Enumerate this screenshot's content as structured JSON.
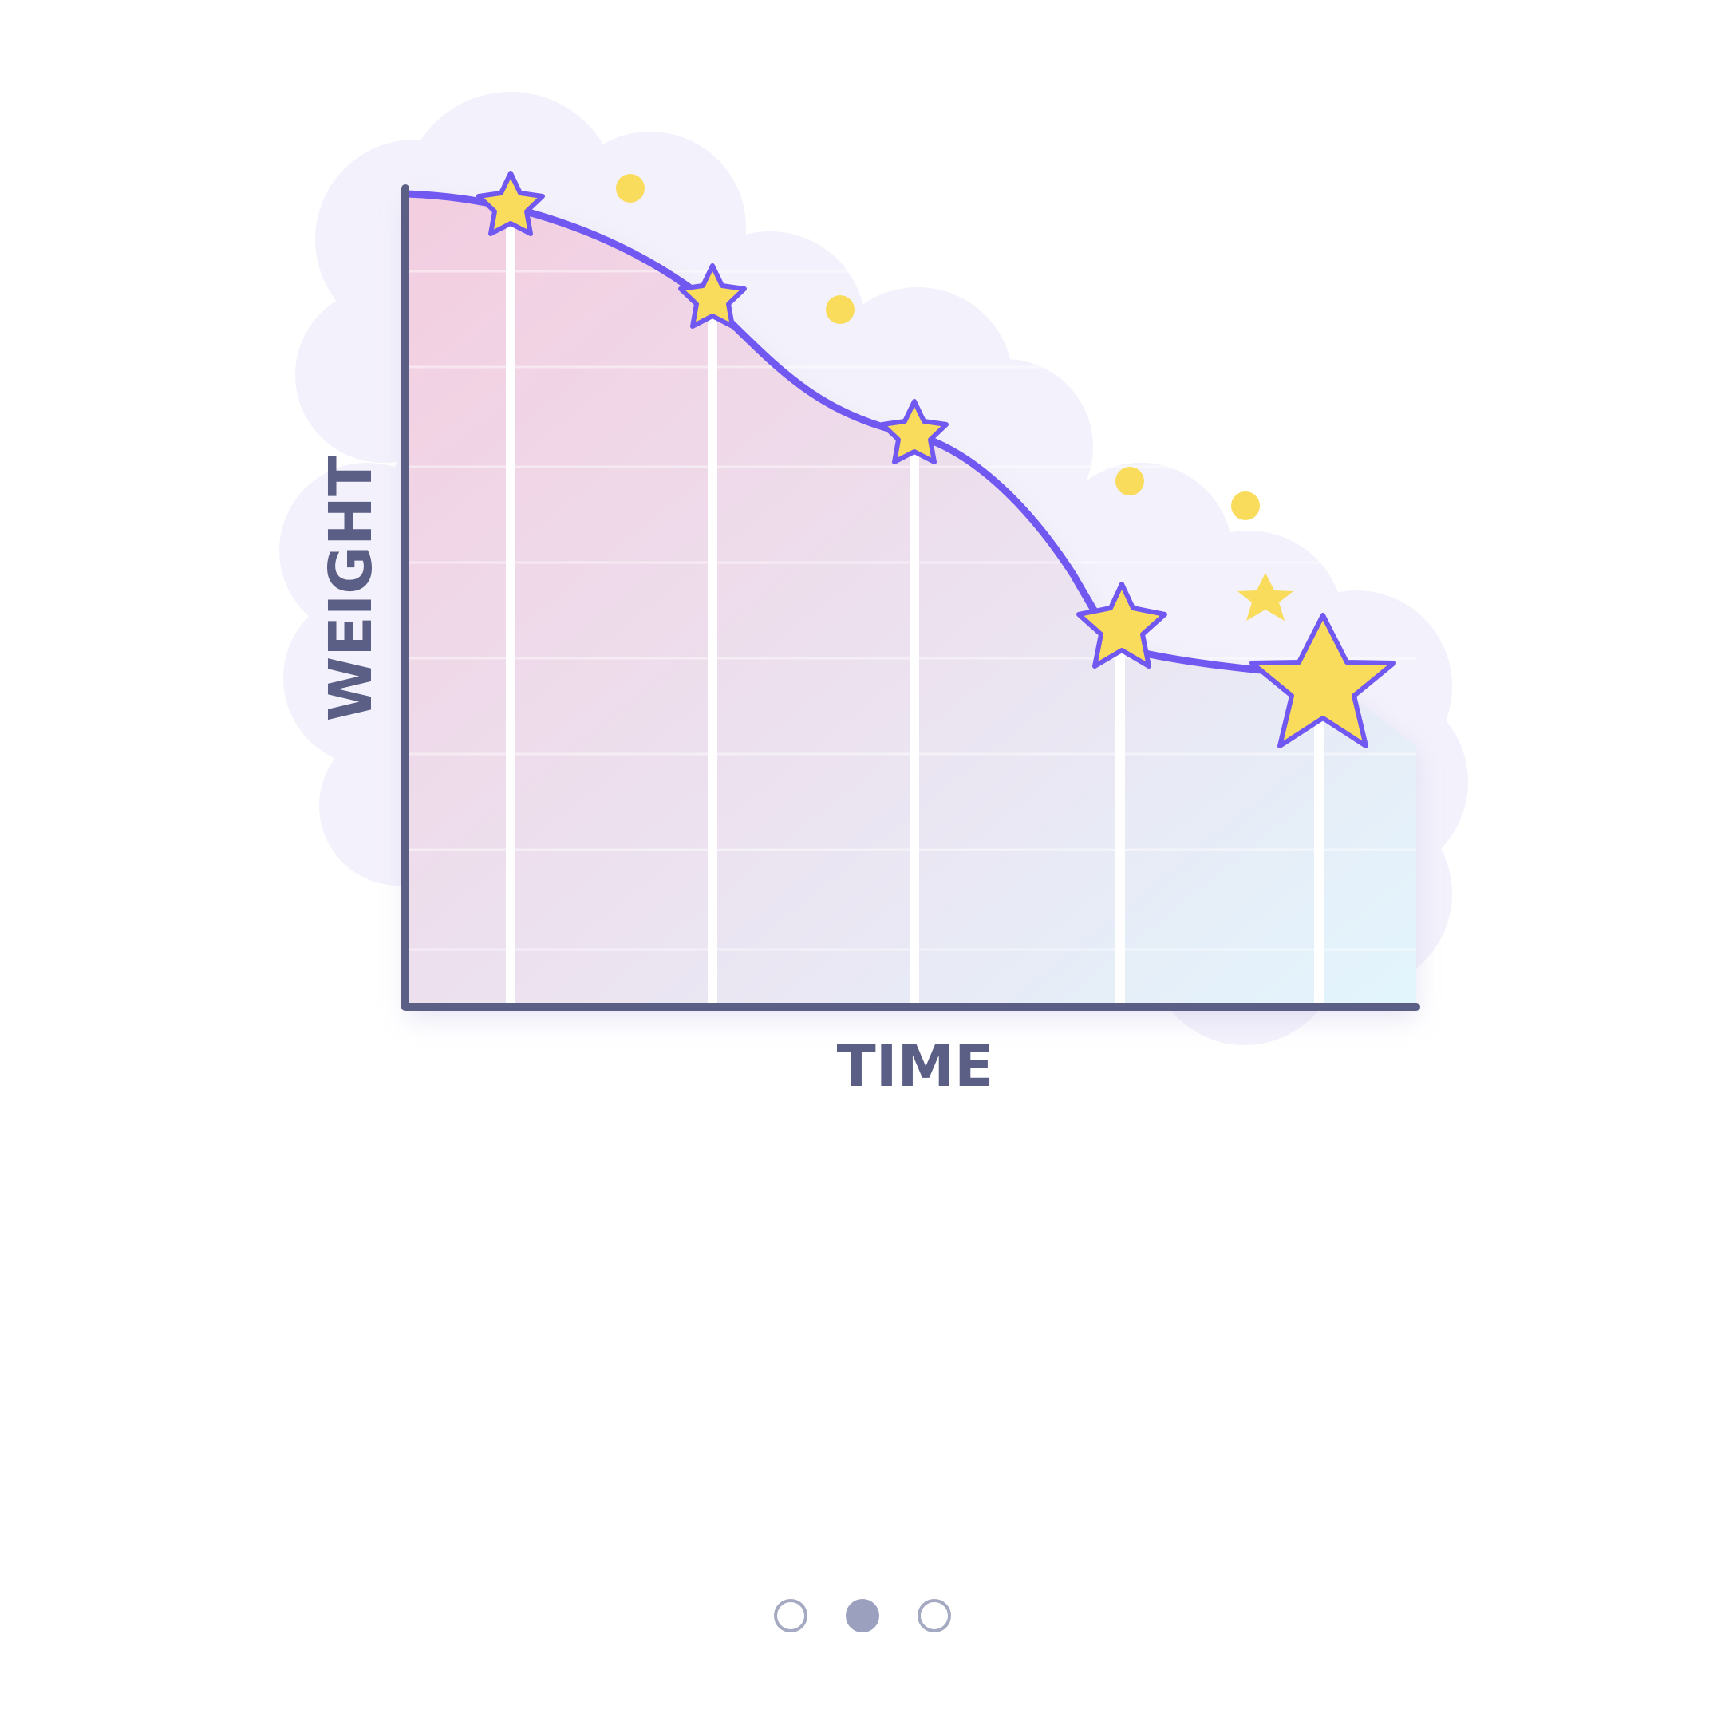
{
  "illustration": {
    "x_label": "TIME",
    "y_label": "WEIGHT",
    "colors": {
      "line": "#7158f0",
      "star_fill": "#f9dc5c",
      "axis": "#5b5f85",
      "cloud": "#f3f1fb"
    }
  },
  "pager": {
    "count": 3,
    "active_index": 1
  }
}
